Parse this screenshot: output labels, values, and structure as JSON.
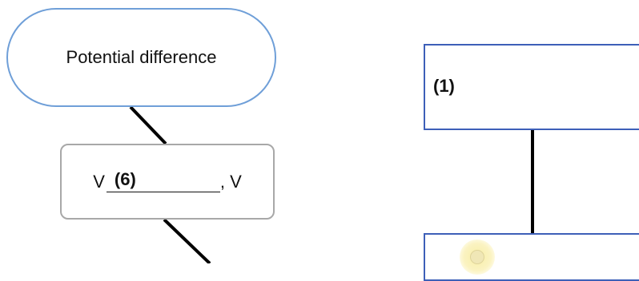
{
  "left_branch": {
    "concept_label": "Potential difference",
    "formula": {
      "prefix": "V",
      "blank_number": "(6)",
      "suffix": ", V"
    }
  },
  "right_branch": {
    "top_box_label": "(1)"
  },
  "colors": {
    "concept_border": "#6f9fd8",
    "formula_border": "#a8a8a8",
    "right_box_border": "#3d5fb8",
    "connector": "#000000"
  }
}
